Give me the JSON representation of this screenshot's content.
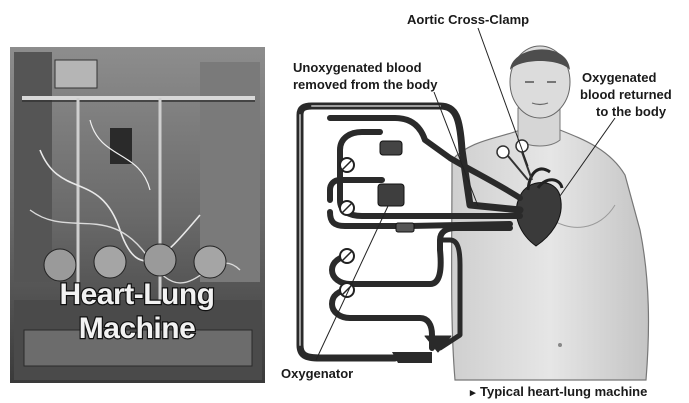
{
  "photo": {
    "title_line1": "Heart-Lung",
    "title_line2": "Machine"
  },
  "diagram": {
    "label_clamp": "Aortic Cross-Clamp",
    "label_unoxy_line1": "Unoxygenated blood",
    "label_unoxy_line2": "removed from the body",
    "label_oxy_line1": "Oxygenated",
    "label_oxy_line2": "blood returned",
    "label_oxy_line3": "to the body",
    "label_oxygenator": "Oxygenator",
    "caption": "Typical heart-lung machine",
    "caption_marker": "▸"
  }
}
